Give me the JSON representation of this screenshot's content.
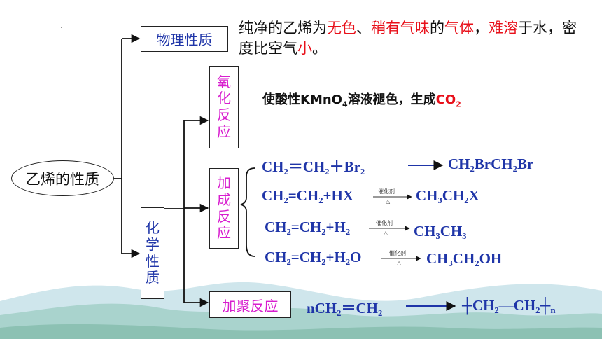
{
  "root": {
    "label": "乙烯的性质"
  },
  "physical": {
    "label": "物理性质",
    "desc_parts": [
      {
        "text": "纯净的乙烯为",
        "color": "#111111"
      },
      {
        "text": "无色",
        "color": "#e8101a"
      },
      {
        "text": "、",
        "color": "#111111"
      },
      {
        "text": "稍有气味",
        "color": "#e8101a"
      },
      {
        "text": "的",
        "color": "#111111"
      },
      {
        "text": "气体",
        "color": "#e8101a"
      },
      {
        "text": "，",
        "color": "#111111"
      },
      {
        "text": "难溶",
        "color": "#e8101a"
      },
      {
        "text": "于水，密度比空气",
        "color": "#111111"
      },
      {
        "text": "小",
        "color": "#e8101a"
      },
      {
        "text": "。",
        "color": "#111111"
      }
    ]
  },
  "chemical": {
    "chars": [
      "化",
      "学",
      "性",
      "质"
    ]
  },
  "oxidation": {
    "chars": [
      "氧",
      "化",
      "反",
      "应"
    ],
    "desc_prefix": "使酸性KMnO",
    "desc_sub": "4",
    "desc_middle": "溶液褪色，生成",
    "desc_product": "CO",
    "desc_product_sub": "2"
  },
  "addition": {
    "chars": [
      "加",
      "成",
      "反",
      "应"
    ],
    "eq1": {
      "left": "CH₂＝CH₂＋Br₂",
      "right": "CH₂BrCH₂Br"
    },
    "eq2": {
      "left": "CH₂=CH₂+HX",
      "cond": "催化剂",
      "heat": "△",
      "right": "CH₃CH₂X"
    },
    "eq3": {
      "left": "CH₂=CH₂+H₂",
      "cond": "催化剂",
      "heat": "△",
      "right": "CH₃CH₃"
    },
    "eq4": {
      "left": "CH₂=CH₂+H₂O",
      "cond": "催化剂",
      "heat": "△",
      "right": "CH₃CH₂OH"
    }
  },
  "polymerization": {
    "label": "加聚反应",
    "eq_left": "nCH₂＝CH₂",
    "eq_right_open": "┼",
    "eq_right_body": "CH₂—CH₂",
    "eq_right_close": "┼",
    "eq_right_n": "n"
  },
  "colors": {
    "blue": "#1f35a8",
    "magenta": "#d81ecf",
    "red": "#e8101a"
  }
}
